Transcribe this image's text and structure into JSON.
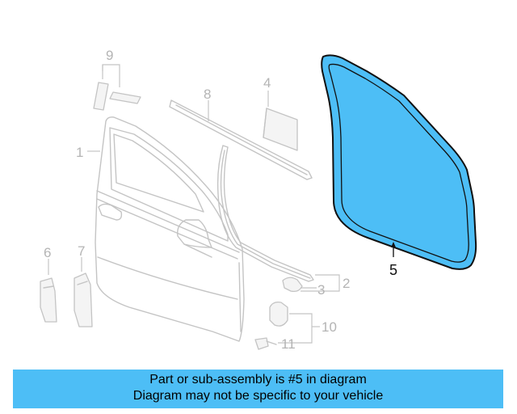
{
  "diagram": {
    "highlight_color": "#4dbef6",
    "ghost_color": "#c4c4c4",
    "callouts": [
      {
        "id": "1",
        "label": "1"
      },
      {
        "id": "2",
        "label": "2"
      },
      {
        "id": "3",
        "label": "3"
      },
      {
        "id": "4",
        "label": "4"
      },
      {
        "id": "5",
        "label": "5"
      },
      {
        "id": "6",
        "label": "6"
      },
      {
        "id": "7",
        "label": "7"
      },
      {
        "id": "8",
        "label": "8"
      },
      {
        "id": "9",
        "label": "9"
      },
      {
        "id": "10",
        "label": "10"
      },
      {
        "id": "11",
        "label": "11"
      }
    ],
    "highlighted_part": "5"
  },
  "banner": {
    "line1": "Part or sub-assembly is #5 in diagram",
    "line2": "Diagram may not be specific to your vehicle",
    "background": "#4dbef6"
  }
}
